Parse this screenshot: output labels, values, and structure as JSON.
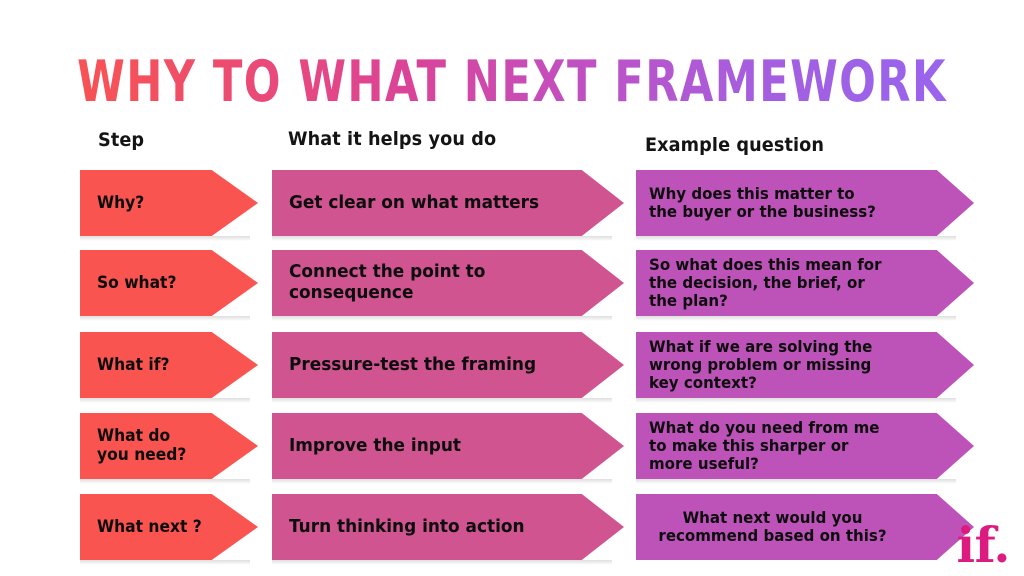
{
  "slide": {
    "title": "WHY TO WHAT NEXT FRAMEWORK",
    "logo": "if.",
    "background_color": "#ffffff"
  },
  "colors": {
    "step_chevron": "#f9544f",
    "helps_chevron": "#cf5490",
    "example_chevron": "#bd52b9",
    "title_gradient_start": "#f9544f",
    "title_gradient_mid": "#d9449a",
    "title_gradient_end": "#9a64ef",
    "logo_color": "#dd1a80",
    "text_color": "#0d0d0d"
  },
  "headers": {
    "step": "Step",
    "helps": "What it helps you do",
    "example": "Example question"
  },
  "rows": [
    {
      "step": "Why?",
      "helps": "Get clear on what matters",
      "example_line_1": "Why does this matter to",
      "example_line_2": "the buyer or the business?",
      "example_line_3": ""
    },
    {
      "step": "So what?",
      "helps_line_1": "Connect the point to",
      "helps_line_2": "consequence",
      "example_line_1": "So what does this mean for",
      "example_line_2": "the decision, the brief, or",
      "example_line_3": "the plan?"
    },
    {
      "step": "What if?",
      "helps": "Pressure-test the framing",
      "example_line_1": "What if we are solving the",
      "example_line_2": "wrong problem or missing",
      "example_line_3": "key context?"
    },
    {
      "step_line_1": "What do",
      "step_line_2": "you need?",
      "helps": "Improve the input",
      "example_line_1": "What do you need from me",
      "example_line_2": "to make this sharper or",
      "example_line_3": "more useful?"
    },
    {
      "step": "What next ?",
      "helps": "Turn thinking into action",
      "example_line_1": "What next would you",
      "example_line_2": "recommend based on this?",
      "example_line_3": ""
    }
  ]
}
